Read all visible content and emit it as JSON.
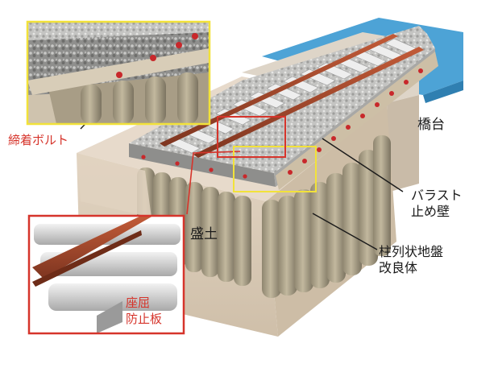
{
  "labels": {
    "bolt": "締着ボルト",
    "abutment": "橋台",
    "ballast_wall_line1": "バラスト",
    "ballast_wall_line2": "止め壁",
    "embankment": "盛土",
    "column_line1": "柱列状地盤",
    "column_line2": "改良体",
    "plate_line1": "座屈",
    "plate_line2": "防止板"
  },
  "colors": {
    "inset_yellow": "#f2e23a",
    "inset_red": "#d6342b",
    "rail": "#a2462c",
    "ballast": "#c9c9c7",
    "soil": "#d7c7b3",
    "column": "#a99f88",
    "water": "#4da3d6"
  }
}
